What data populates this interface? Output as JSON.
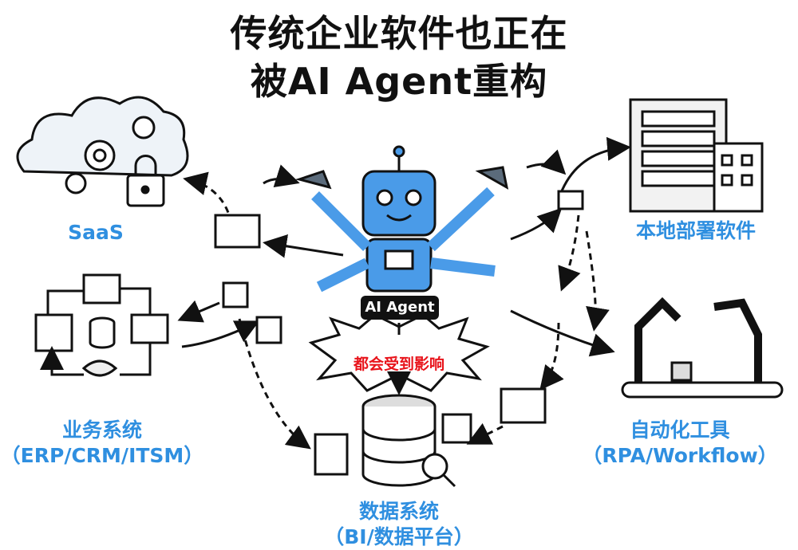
{
  "title": {
    "line1": "传统企业软件也正在",
    "line2": "被AI Agent重构"
  },
  "center": {
    "agent_label": "AI Agent",
    "impact_label": "都会受到影响"
  },
  "nodes": {
    "saas": {
      "label": "SaaS"
    },
    "on_premise": {
      "label": "本地部署软件"
    },
    "business": {
      "label": "业务系统",
      "sub": "（ERP/CRM/ITSM）"
    },
    "automation": {
      "label": "自动化工具",
      "sub": "（RPA/Workflow）"
    },
    "data": {
      "label": "数据系统",
      "sub": "（BI/数据平台）"
    }
  },
  "colors": {
    "label_blue": "#2f8fe0",
    "robot_blue": "#4a9be8",
    "impact_red": "#e8141b"
  }
}
